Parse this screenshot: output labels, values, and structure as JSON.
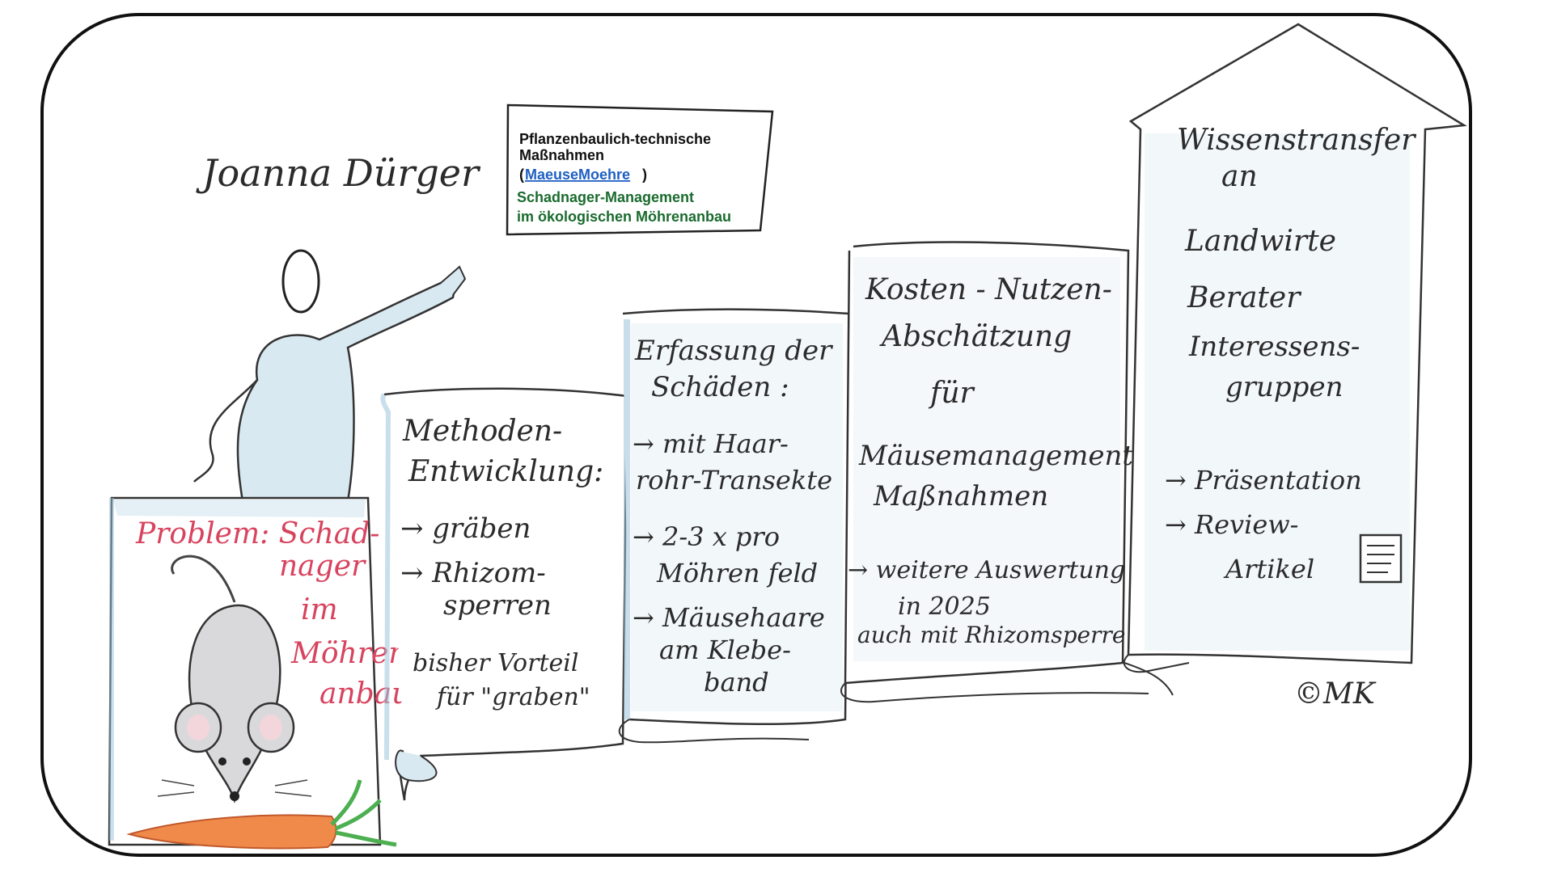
{
  "presenter": {
    "name": "Joanna Dürger"
  },
  "info_box": {
    "title_line1": "Pflanzenbaulich-technische",
    "title_line2": "Maßnahmen",
    "paren_open": "(",
    "link_text": "MaeuseMoehre",
    "paren_close": ")",
    "subtitle_line1": "Schadnager-Management",
    "subtitle_line2": "im ökologischen Möhrenanbau"
  },
  "problem": {
    "lines": [
      "Problem: Schad-",
      "nager",
      "im",
      "Möhren-",
      "anbau"
    ]
  },
  "steps": [
    {
      "heading": [
        "Methoden-",
        "Entwicklung:"
      ],
      "bullets": [
        "→ gräben",
        "→ Rhizom-",
        "sperren"
      ],
      "note": [
        "bisher Vorteil",
        "für \"graben\""
      ]
    },
    {
      "heading": [
        "Erfassung der",
        "Schäden :"
      ],
      "bullets": [
        "→ mit Haar-",
        "rohr-Transekte",
        "→ 2-3 x pro",
        "Möhren feld",
        "→ Mäusehaare",
        "am Klebe-",
        "band"
      ]
    },
    {
      "heading": [
        "Kosten - Nutzen-",
        "Abschätzung",
        "für",
        "Mäusemanagement-",
        "Maßnahmen"
      ],
      "bullets": [
        "→ weitere Auswertung",
        "in 2025",
        "auch mit Rhizomsperre"
      ]
    },
    {
      "heading": [
        "Wissenstransfer",
        "an",
        "Landwirte",
        "Berater",
        "Interessens-",
        "gruppen"
      ],
      "bullets": [
        "→ Präsentation",
        "→ Review-",
        "Artikel"
      ]
    }
  ],
  "copyright": "©MK",
  "colors": {
    "paper_blue": "#cfe3ee",
    "problem_red": "#d8435e",
    "carrot": "#f08a4b",
    "carrot_leaf": "#4caf50",
    "link_blue": "#1e5fc2",
    "subtitle_green": "#1a6b2e"
  }
}
